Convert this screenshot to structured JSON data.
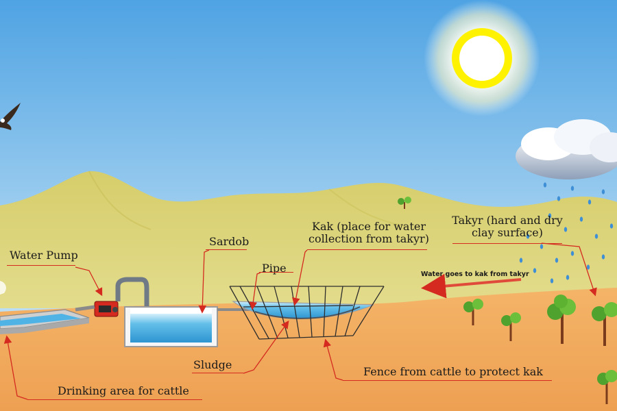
{
  "labels": {
    "water_pump": "Water Pump",
    "sardob": "Sardob",
    "pipe": "Pipe",
    "kak_line1": "Kak (place for water",
    "kak_line2": "collection from takyr)",
    "takyr_line1": "Takyr (hard and dry",
    "takyr_line2": "clay surface)",
    "flow_note": "Water goes to kak from takyr",
    "sludge": "Sludge",
    "fence": "Fence from cattle to protect kak",
    "drinking_area": "Drinking area for cattle"
  },
  "colors": {
    "sky_top": "#5aa9e6",
    "sky_bottom": "#d8ecf8",
    "dunes": "#d9d27a",
    "ground": "#f0a85a",
    "water": "#5fb9e8",
    "leader_line": "#d42a1f",
    "sun": "#fff200"
  },
  "icons": [
    "sun-icon",
    "cloud-icon",
    "bird-icon",
    "pump-icon",
    "tree-icon"
  ]
}
